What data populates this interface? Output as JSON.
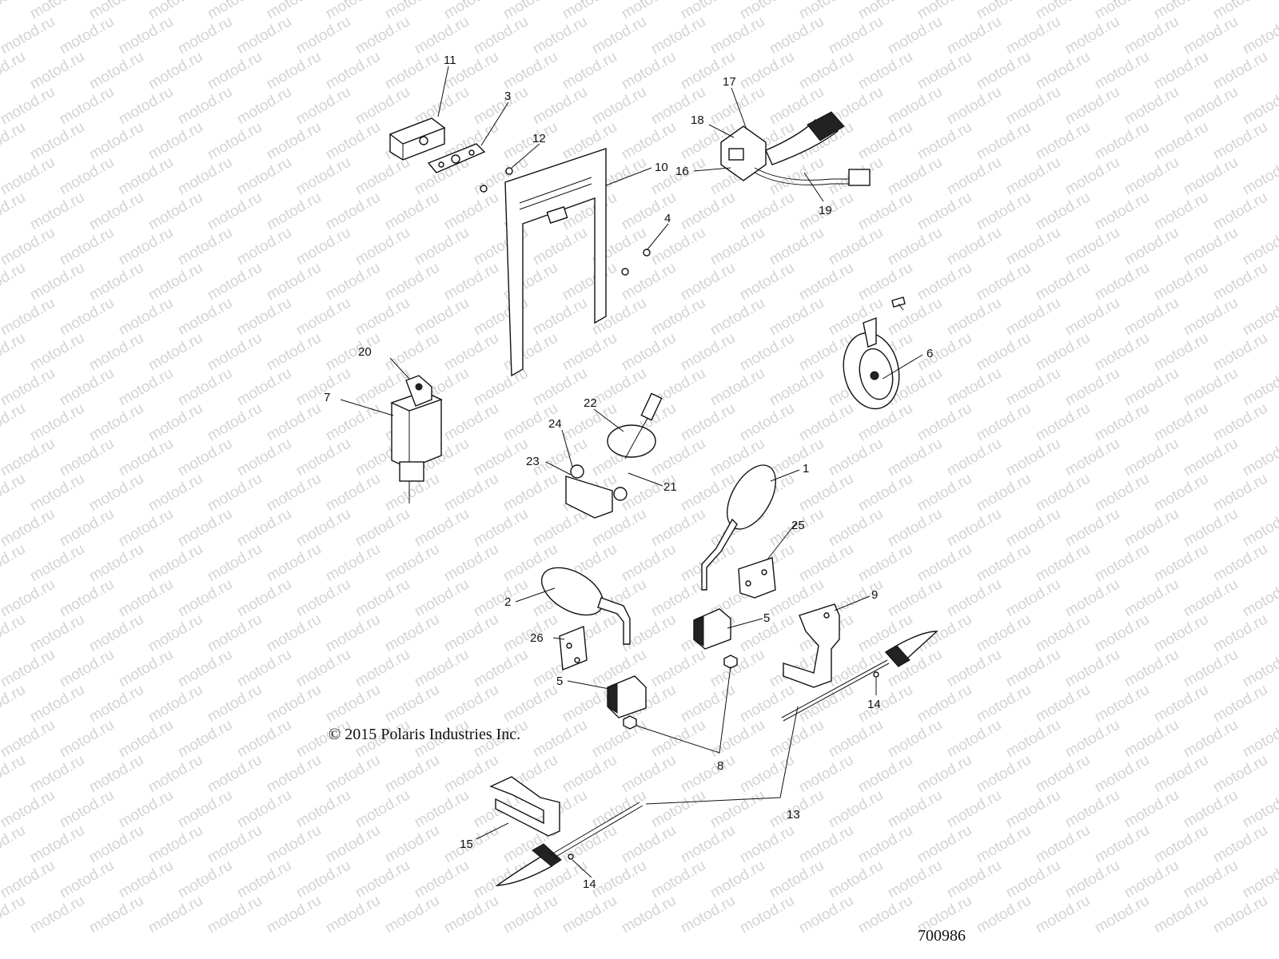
{
  "watermark": {
    "text": "motod.ru"
  },
  "copyright": "© 2015 Polaris Industries Inc.",
  "diagram_id": "700986",
  "callouts": [
    {
      "id": "11",
      "label": "11"
    },
    {
      "id": "3",
      "label": "3"
    },
    {
      "id": "12",
      "label": "12"
    },
    {
      "id": "10",
      "label": "10"
    },
    {
      "id": "4",
      "label": "4"
    },
    {
      "id": "17",
      "label": "17"
    },
    {
      "id": "18",
      "label": "18"
    },
    {
      "id": "16",
      "label": "16"
    },
    {
      "id": "19",
      "label": "19"
    },
    {
      "id": "6",
      "label": "6"
    },
    {
      "id": "20",
      "label": "20"
    },
    {
      "id": "7",
      "label": "7"
    },
    {
      "id": "22",
      "label": "22"
    },
    {
      "id": "24",
      "label": "24"
    },
    {
      "id": "23",
      "label": "23"
    },
    {
      "id": "21",
      "label": "21"
    },
    {
      "id": "1",
      "label": "1"
    },
    {
      "id": "25",
      "label": "25"
    },
    {
      "id": "2",
      "label": "2"
    },
    {
      "id": "9",
      "label": "9"
    },
    {
      "id": "5a",
      "label": "5"
    },
    {
      "id": "26",
      "label": "26"
    },
    {
      "id": "5b",
      "label": "5"
    },
    {
      "id": "14a",
      "label": "14"
    },
    {
      "id": "8",
      "label": "8"
    },
    {
      "id": "13",
      "label": "13"
    },
    {
      "id": "15",
      "label": "15"
    },
    {
      "id": "14b",
      "label": "14"
    }
  ],
  "colors": {
    "line": "#111111",
    "watermark": "#d3d3d3",
    "background": "#ffffff"
  }
}
